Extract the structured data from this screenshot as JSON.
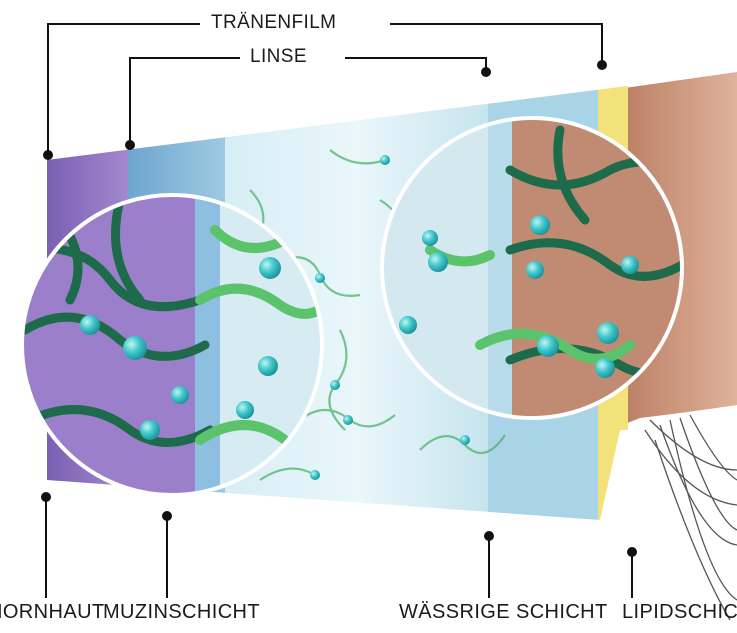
{
  "labels": {
    "top": [
      "TRÄNENFILM",
      "LINSE"
    ],
    "bottom": [
      "HORNHAUT",
      "MUZINSCHICHT",
      "WÄSSRIGE SCHICHT",
      "LIPIDSCHICHT"
    ]
  },
  "colors": {
    "cornea": "#8e6fbf",
    "mucin": "#7fb6d9",
    "aqueous": "#cfe9f2",
    "lipid": "#f3e27a",
    "eyelid": "#c78e73",
    "fiber_dark": "#1f6f4f",
    "fiber_light": "#5bc36b",
    "bead": "#3fc6c9",
    "leader": "#111111"
  }
}
